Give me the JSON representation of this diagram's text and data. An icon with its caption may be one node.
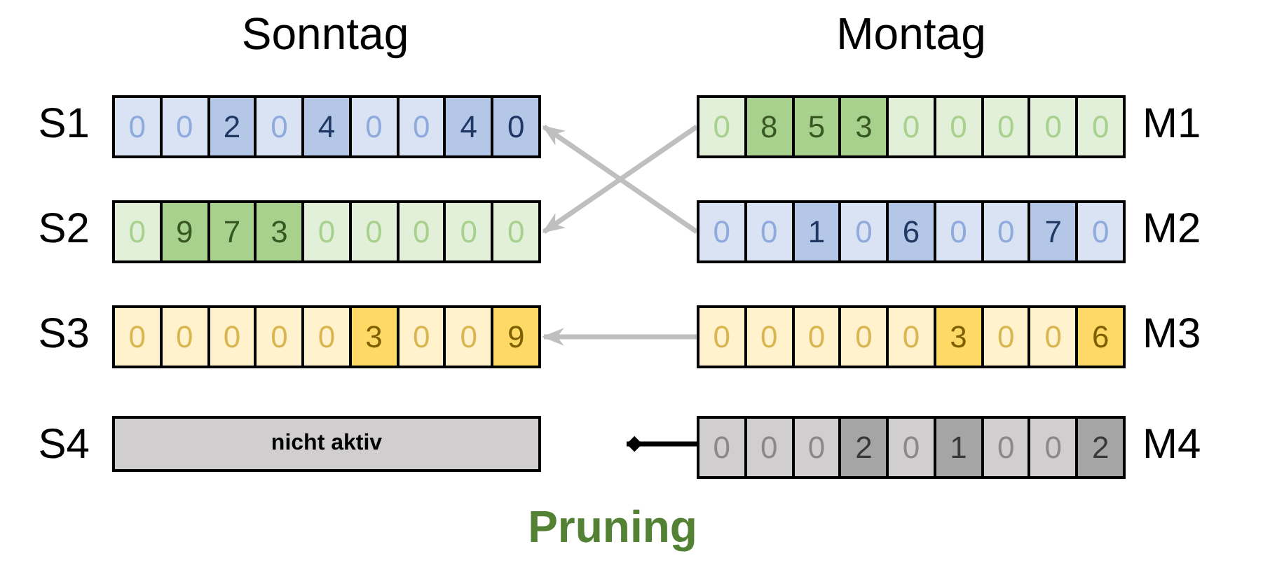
{
  "diagram": {
    "caption": "Pruning",
    "nodes": [
      {
        "text": [
          "0",
          "0",
          "2",
          "0",
          "4",
          "0",
          "0",
          "4",
          "0"
        ],
        "beside": [
          "S1"
        ]
      },
      {
        "text": [
          "0",
          "8",
          "5",
          "3",
          "0",
          "0",
          "0",
          "0",
          "0"
        ],
        "beside": [
          "M1"
        ]
      },
      {
        "text": [
          "0",
          "9",
          "7",
          "3",
          "0",
          "0",
          "0",
          "0",
          "0"
        ],
        "beside": [
          "S2"
        ]
      },
      {
        "text": [
          "0",
          "0",
          "1",
          "0",
          "6",
          "0",
          "0",
          "7",
          "0"
        ],
        "beside": [
          "M2"
        ]
      },
      {
        "text": [
          "0",
          "0",
          "0",
          "0",
          "0",
          "3",
          "0",
          "0",
          "9"
        ],
        "beside": [
          "S3"
        ]
      },
      {
        "text": [
          "0",
          "0",
          "0",
          "0",
          "0",
          "3",
          "0",
          "0",
          "6"
        ],
        "beside": [
          "M3"
        ]
      },
      {
        "text": [
          "nicht aktiv"
        ],
        "beside": [
          "S4"
        ]
      },
      {
        "text": [
          "0",
          "0",
          "0",
          "2",
          "0",
          "1",
          "0",
          "0",
          "2"
        ],
        "beside": [
          "M4"
        ]
      }
    ],
    "edges": [
      {
        "from": 1,
        "to": 2,
        "arrow": "to"
      },
      {
        "from": 3,
        "to": 0,
        "arrow": "to"
      },
      {
        "from": 5,
        "to": 4,
        "arrow": "to"
      },
      {
        "from": 7,
        "to": null,
        "arrow": "other",
        "color": "#000000"
      }
    ],
    "labels": [
      "Sonntag",
      "Montag"
    ]
  }
}
